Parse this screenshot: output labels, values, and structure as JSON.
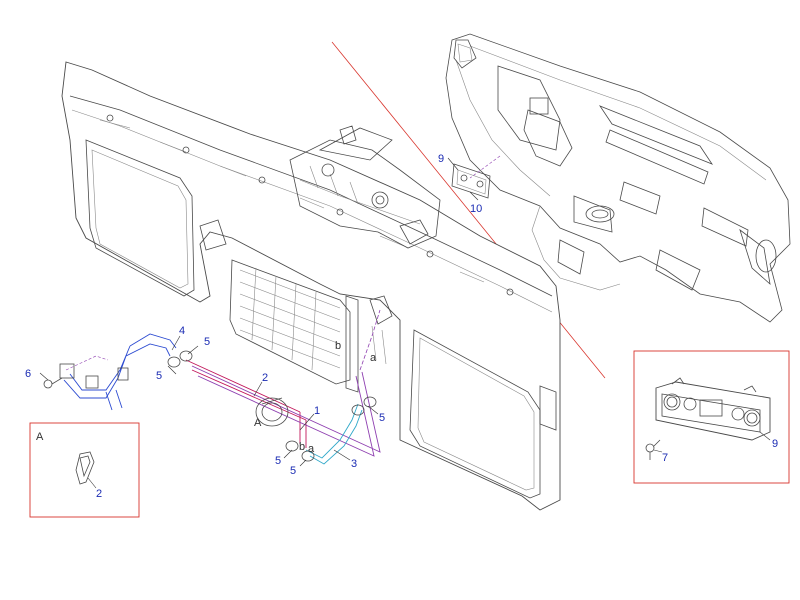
{
  "colors": {
    "line_art": "#4a4a4a",
    "callout_blue": "#1a2bb3",
    "callout_dark": "#333333",
    "pipe_red": "#c2185b",
    "pipe_violet": "#8e3fb0",
    "pipe_cyan": "#2fa8c9",
    "hose_blue": "#2c4bd1",
    "divider_red": "#d8342c",
    "box_red": "#d8342c"
  },
  "callouts": {
    "c1": "1",
    "c2": "2",
    "c3": "3",
    "c4": "4",
    "c5a": "5",
    "c5b": "5",
    "c5c": "5",
    "c5d": "5",
    "c5e": "5",
    "c6": "6",
    "c7": "7",
    "c9_top": "9",
    "c9_box": "9",
    "c10": "10",
    "c2_detail": "2"
  },
  "markers": {
    "a_top": "a",
    "b_top": "b",
    "a_low": "a",
    "b_low": "b",
    "A_main": "A",
    "A_detail": "A"
  }
}
